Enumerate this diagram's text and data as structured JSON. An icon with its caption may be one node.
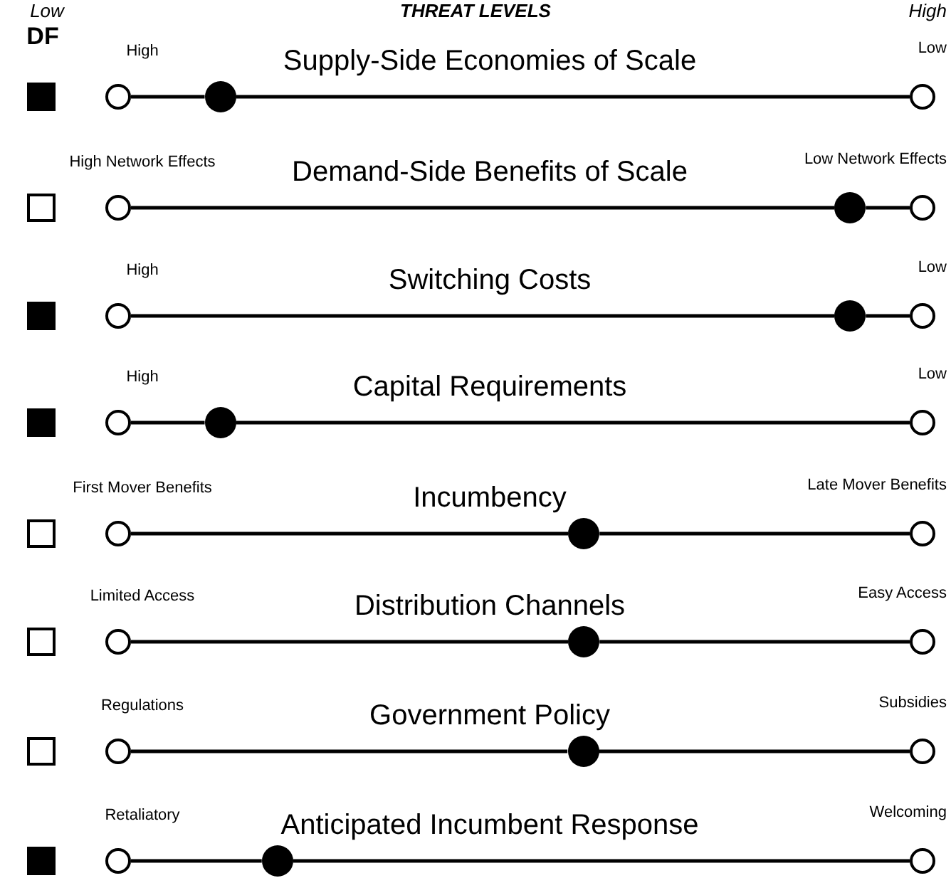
{
  "diagram": {
    "title": "THREAT LEVELS",
    "nodes": [
      {
        "text": [],
        "shape": "box"
      },
      {
        "text": [],
        "shape": "circle"
      },
      {
        "text": [],
        "shape": "circle"
      },
      {
        "text": [],
        "shape": "circle"
      },
      {
        "text": [],
        "shape": "box"
      },
      {
        "text": [],
        "shape": "circle"
      },
      {
        "text": [],
        "shape": "circle"
      },
      {
        "text": [],
        "shape": "circle"
      },
      {
        "text": [],
        "shape": "box"
      },
      {
        "text": [],
        "shape": "circle"
      },
      {
        "text": [],
        "shape": "circle"
      },
      {
        "text": [],
        "shape": "circle"
      },
      {
        "text": [],
        "shape": "box"
      },
      {
        "text": [],
        "shape": "circle"
      },
      {
        "text": [],
        "shape": "circle"
      },
      {
        "text": [],
        "shape": "circle"
      },
      {
        "text": [],
        "shape": "box"
      },
      {
        "text": [],
        "shape": "circle"
      },
      {
        "text": [],
        "shape": "circle"
      },
      {
        "text": [],
        "shape": "circle"
      },
      {
        "text": [],
        "shape": "box"
      },
      {
        "text": [],
        "shape": "circle"
      },
      {
        "text": [],
        "shape": "circle"
      },
      {
        "text": [],
        "shape": "circle"
      },
      {
        "text": [],
        "shape": "box"
      },
      {
        "text": [],
        "shape": "circle"
      },
      {
        "text": [],
        "shape": "circle"
      },
      {
        "text": [],
        "shape": "circle"
      },
      {
        "text": [],
        "shape": "box"
      },
      {
        "text": [],
        "shape": "circle"
      },
      {
        "text": [],
        "shape": "circle"
      },
      {
        "text": [],
        "shape": "circle"
      }
    ],
    "edges": [
      {
        "from": 1,
        "to": 2,
        "arrow": "none"
      },
      {
        "from": 2,
        "to": 3,
        "arrow": "none"
      },
      {
        "from": 5,
        "to": 6,
        "arrow": "none"
      },
      {
        "from": 6,
        "to": 7,
        "arrow": "none"
      },
      {
        "from": 9,
        "to": 10,
        "arrow": "none"
      },
      {
        "from": 10,
        "to": 11,
        "arrow": "none"
      },
      {
        "from": 13,
        "to": 14,
        "arrow": "none"
      },
      {
        "from": 14,
        "to": 15,
        "arrow": "none"
      },
      {
        "from": 17,
        "to": 18,
        "arrow": "none"
      },
      {
        "from": 18,
        "to": 19,
        "arrow": "none"
      },
      {
        "from": 21,
        "to": 22,
        "arrow": "none"
      },
      {
        "from": 22,
        "to": 23,
        "arrow": "none"
      },
      {
        "from": 25,
        "to": 26,
        "arrow": "none"
      },
      {
        "from": 26,
        "to": 27,
        "arrow": "none"
      },
      {
        "from": 29,
        "to": 30,
        "arrow": "none"
      },
      {
        "from": 30,
        "to": 31,
        "arrow": "none"
      }
    ],
    "labels": [
      "Low",
      "High",
      "DF",
      "High",
      "Supply-Side Economies of Scale",
      "Low",
      "High Network Effects",
      "Demand-Side Benefits of Scale",
      "Low Network Effects",
      "High",
      "Switching Costs",
      "Low",
      "High",
      "Capital Requirements",
      "Low",
      "First Mover Benefits",
      "Incumbency",
      "Late Mover Benefits",
      "Limited Access",
      "Distribution Channels",
      "Easy Access",
      "Regulations",
      "Government Policy",
      "Subsidies",
      "Retaliatory",
      "Anticipated Incumbent Response",
      "Welcoming"
    ]
  }
}
